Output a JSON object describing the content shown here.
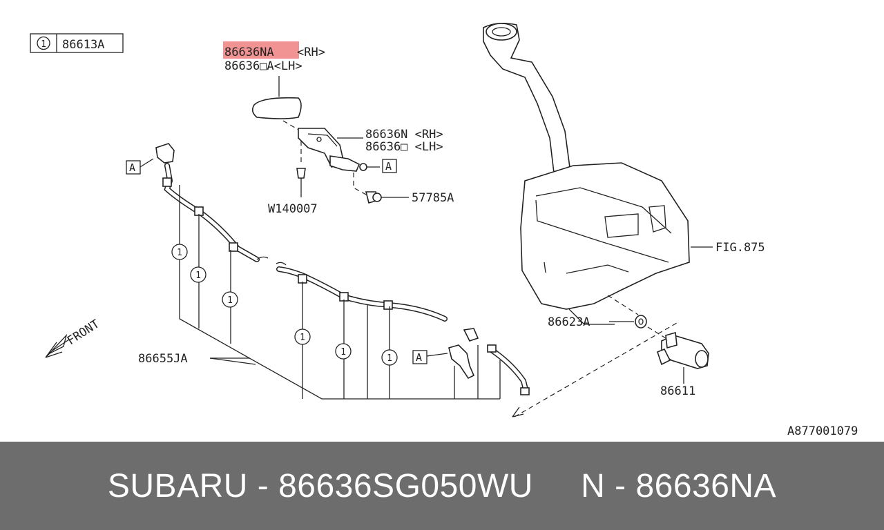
{
  "diagram": {
    "legend": {
      "marker": "1",
      "part": "86613A"
    },
    "labels": {
      "nozzle_rh": "86636NA",
      "nozzle_rh_side": "<RH>",
      "nozzle_lh": "86636□A<LH>",
      "bracket_rh": "86636N <RH>",
      "bracket_lh": "86636□ <LH>",
      "clip": "W140007",
      "bolt": "57785A",
      "tank_ref": "FIG.875",
      "grommet": "86623A",
      "motor": "86611",
      "hose": "86655JA",
      "front": "FRONT",
      "joint_a": "A",
      "ref_code": "A877001079"
    },
    "highlight_color": "#f08080"
  },
  "footer": {
    "text": "SUBARU - 86636SG050WU     N - 86636NA",
    "background": "#6d6d6d"
  }
}
